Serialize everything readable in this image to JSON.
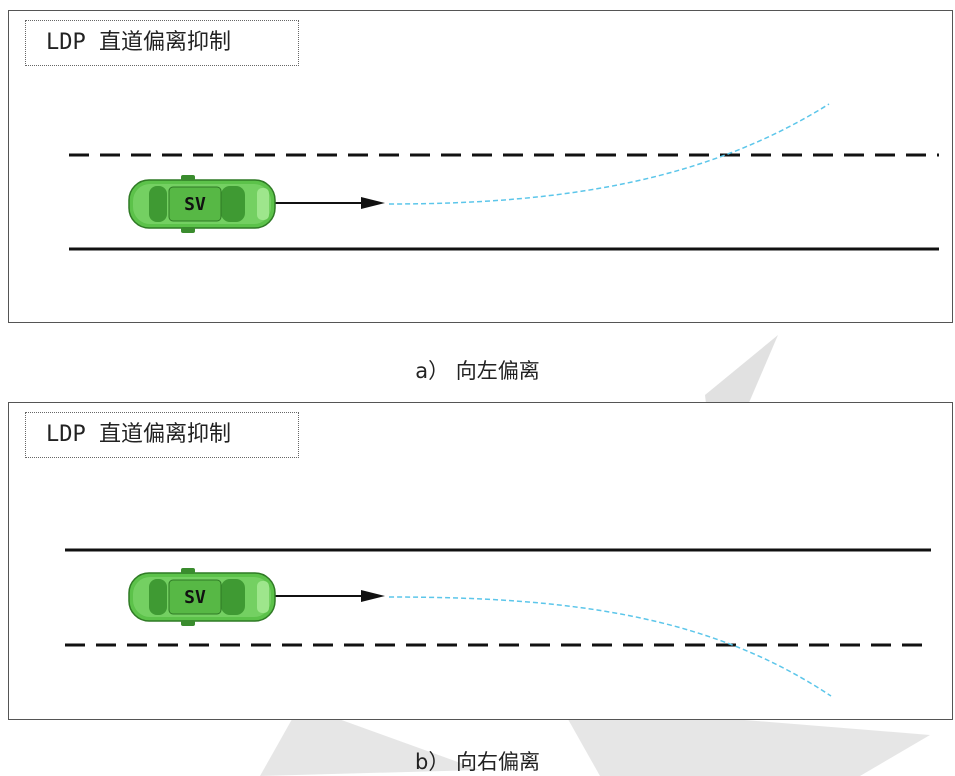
{
  "panels": [
    {
      "label": "LDP 直道偏离抑制",
      "vehicle_label": "SV",
      "caption": "a） 向左偏离"
    },
    {
      "label": "LDP 直道偏离抑制",
      "vehicle_label": "SV",
      "caption": "b） 向右偏离"
    }
  ],
  "colors": {
    "trajectory": "#5cc6ea",
    "car_body": "#5cc24a",
    "lane_line": "#111111",
    "watermark": "#dcdcdc"
  }
}
